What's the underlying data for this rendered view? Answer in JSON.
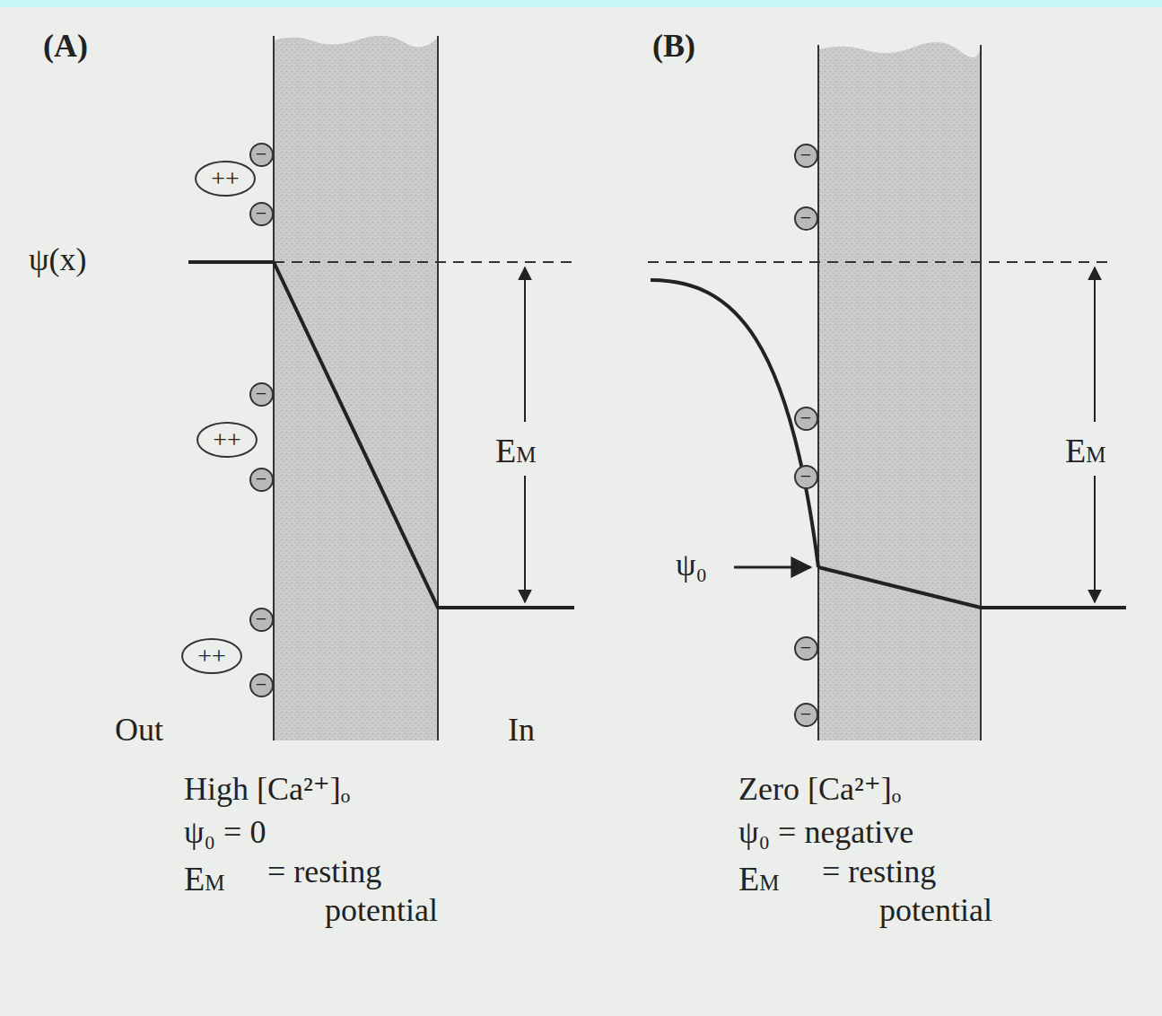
{
  "diagram": {
    "nodes": [
      {
        "text": [
          "−"
        ]
      },
      {
        "text": [
          "++"
        ]
      },
      {
        "text": [
          "−"
        ]
      },
      {
        "text": [
          "−"
        ]
      },
      {
        "text": [
          "++"
        ]
      },
      {
        "text": [
          "−"
        ]
      },
      {
        "text": [
          "−"
        ]
      },
      {
        "text": [
          "++"
        ]
      },
      {
        "text": [
          "−"
        ]
      },
      {
        "text": [
          "−"
        ]
      },
      {
        "text": [
          "−"
        ]
      },
      {
        "text": [
          "−"
        ]
      },
      {
        "text": [
          "−"
        ]
      },
      {
        "text": [
          "−"
        ]
      },
      {
        "text": [
          "−"
        ]
      }
    ],
    "labels": [
      "(A)",
      "(B)",
      "ψ(x)",
      "EM",
      "EM",
      "ψ₀",
      "Out",
      "In",
      "High [Ca²⁺]ₒ",
      "ψ₀ = 0",
      "EM",
      "= resting potential",
      "Zero [Ca²⁺]ₒ",
      "ψ₀ = negative",
      "EM",
      "= resting potential"
    ]
  }
}
